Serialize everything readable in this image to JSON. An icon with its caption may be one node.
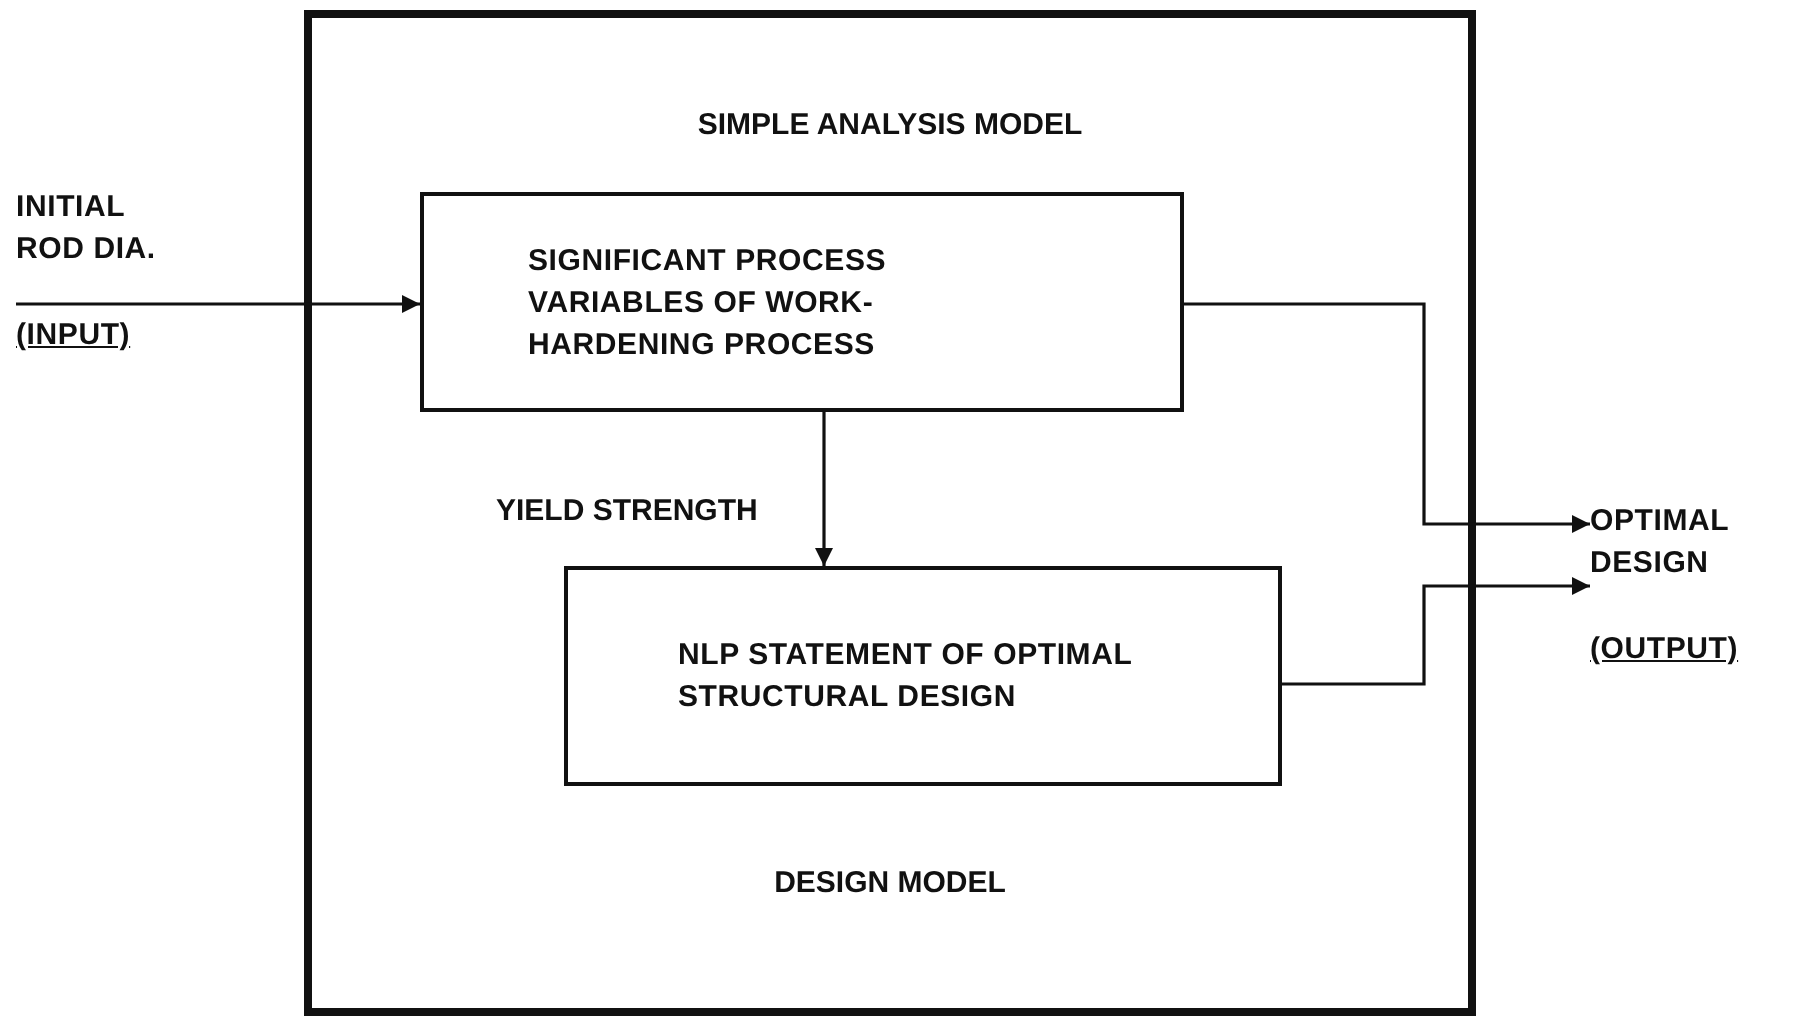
{
  "diagram": {
    "nodes": [
      {
        "text": [
          "SIMPLE ANALYSIS MODEL",
          "DESIGN MODEL"
        ]
      },
      {
        "text": [
          "SIGNIFICANT PROCESS VARIABLES OF WORK-HARDENING PROCESS"
        ],
        "in": 0
      },
      {
        "text": [
          "NLP STATEMENT OF OPTIMAL STRUCTURAL DESIGN"
        ],
        "in": 0
      },
      {
        "text": [
          "INITIAL ROD DIA.",
          "(INPUT)"
        ]
      },
      {
        "text": [
          "OPTIMAL DESIGN",
          "(OUTPUT)"
        ]
      }
    ],
    "edges": [
      {
        "from": 3,
        "to": 1,
        "arrow": "to"
      },
      {
        "from": 1,
        "to": 2,
        "arrow": "to",
        "label": "YIELD STRENGTH"
      },
      {
        "from": 1,
        "to": 4,
        "arrow": "to"
      },
      {
        "from": 2,
        "to": 4,
        "arrow": "to"
      }
    ]
  }
}
